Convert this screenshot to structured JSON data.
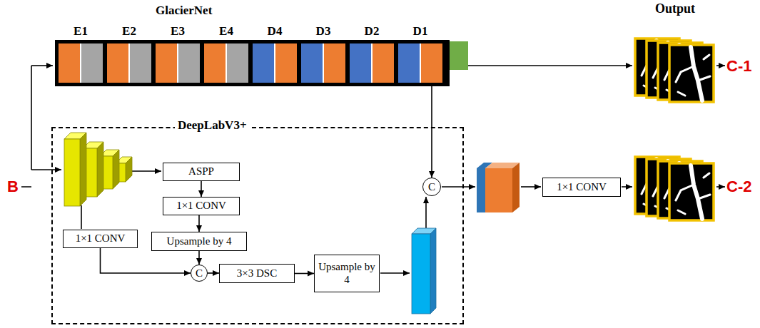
{
  "diagram": {
    "nodes": [
      {
        "text": [
          "GlacierNet"
        ]
      },
      {
        "text": [
          "E1"
        ],
        "in": 0
      },
      {
        "text": [
          "E2"
        ],
        "in": 0
      },
      {
        "text": [
          "E3"
        ],
        "in": 0
      },
      {
        "text": [
          "E4"
        ],
        "in": 0
      },
      {
        "text": [
          "D4"
        ],
        "in": 0
      },
      {
        "text": [
          "D3"
        ],
        "in": 0
      },
      {
        "text": [
          "D2"
        ],
        "in": 0
      },
      {
        "text": [
          "D1"
        ],
        "in": 0
      },
      {
        "text": [
          "DeepLabV3+"
        ]
      },
      {
        "text": [
          "ASPP"
        ],
        "in": 9
      },
      {
        "text": [
          "1×1 CONV"
        ],
        "in": 9
      },
      {
        "text": [
          "Upsample by 4"
        ],
        "in": 9
      },
      {
        "text": [
          "1×1 CONV"
        ],
        "in": 9
      },
      {
        "text": [
          "C"
        ],
        "in": 9
      },
      {
        "text": [
          "3×3 DSC"
        ],
        "in": 9
      },
      {
        "text": [
          "Upsample by 4"
        ],
        "in": 9
      },
      {
        "text": [
          "C"
        ],
        "in": 9
      },
      {
        "text": [
          "1×1 CONV"
        ]
      }
    ],
    "edges": [
      {
        "from": 10,
        "to": 11,
        "arrow": "to"
      },
      {
        "from": 11,
        "to": 12,
        "arrow": "to"
      },
      {
        "from": 12,
        "to": 14,
        "arrow": "to"
      },
      {
        "from": 13,
        "to": 14,
        "arrow": "to"
      },
      {
        "from": 14,
        "to": 15,
        "arrow": "to"
      },
      {
        "from": 15,
        "to": 16,
        "arrow": "to"
      },
      {
        "from": 0,
        "to": 17,
        "arrow": "to"
      }
    ],
    "labels": [
      "B",
      "Output",
      "C-1",
      "C-2"
    ]
  }
}
